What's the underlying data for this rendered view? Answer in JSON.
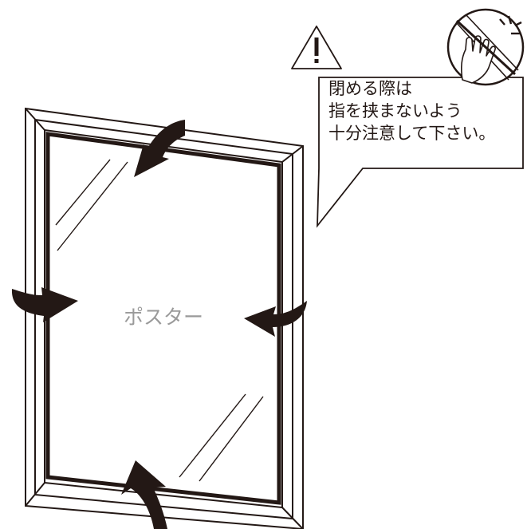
{
  "warning": {
    "lines": [
      "閉める際は",
      "指を挟まないよう",
      "十分注意して下さい。"
    ]
  },
  "poster": {
    "label": "ポスター"
  },
  "icons": {
    "caution": "caution-triangle-icon",
    "no_pinch": "no-finger-pinch-icon"
  },
  "colors": {
    "line": "#231815",
    "poster_label": "#9a9a9a",
    "background": "#ffffff"
  }
}
